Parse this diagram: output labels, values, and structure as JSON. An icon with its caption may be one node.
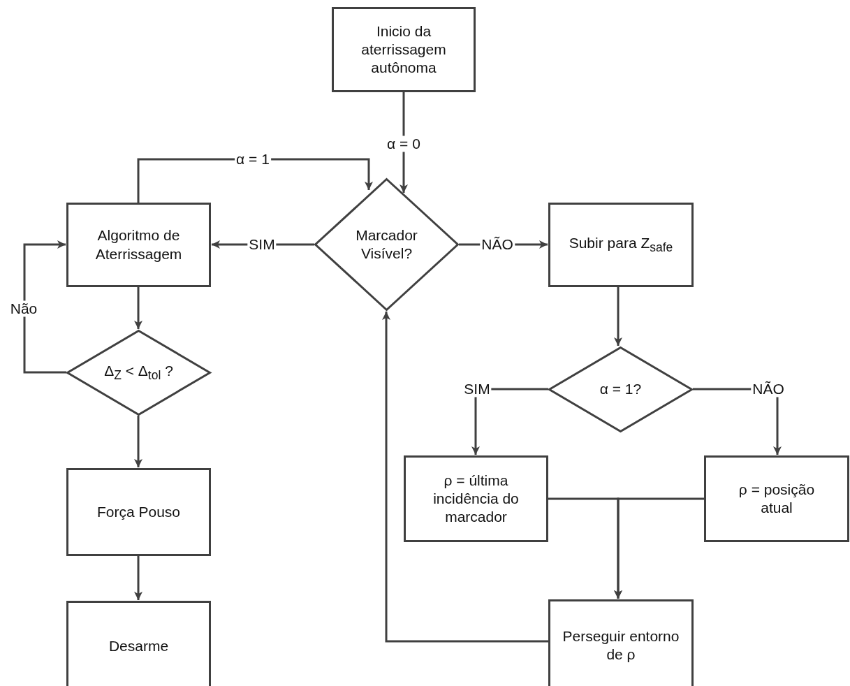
{
  "diagram": {
    "nodes": [
      {
        "text": [
          "Inicio da aterrissagem autônoma"
        ]
      },
      {
        "text": [
          "Marcador Visível?"
        ]
      },
      {
        "text": [
          "Algoritmo de Aterrissagem"
        ]
      },
      {
        "text": [
          "Δ$_{Z}$ < Δ$_{tol}$  ?"
        ]
      },
      {
        "text": [
          "Força Pouso"
        ]
      },
      {
        "text": [
          "Desarme"
        ]
      },
      {
        "text": [
          "Subir para Z$_{safe}$"
        ]
      },
      {
        "text": [
          "α  = 1?"
        ]
      },
      {
        "text": [
          "ρ = última incidência do marcador"
        ]
      },
      {
        "text": [
          "ρ = posição atual"
        ]
      },
      {
        "text": [
          "Perseguir entorno de ρ"
        ]
      }
    ],
    "edges": [
      {
        "from": 0,
        "to": 1,
        "arrow": "to",
        "label": "α = 0"
      },
      {
        "from": 2,
        "to": 1,
        "arrow": "to",
        "label": "α = 1"
      },
      {
        "from": 1,
        "to": 2,
        "arrow": "to",
        "label": "SIM"
      },
      {
        "from": 1,
        "to": 6,
        "arrow": "to",
        "label": "NÃO"
      },
      {
        "from": 3,
        "to": 2,
        "arrow": "to",
        "label": "Não"
      },
      {
        "from": 2,
        "to": 3,
        "arrow": "to"
      },
      {
        "from": 3,
        "to": 4,
        "arrow": "to"
      },
      {
        "from": 4,
        "to": 5,
        "arrow": "to"
      },
      {
        "from": 6,
        "to": 7,
        "arrow": "to"
      },
      {
        "from": 7,
        "to": 8,
        "arrow": "to",
        "label": "SIM"
      },
      {
        "from": 7,
        "to": 9,
        "arrow": "to",
        "label": "NÃO"
      },
      {
        "from": 8,
        "to": 10,
        "arrow": "to"
      },
      {
        "from": 9,
        "to": 10,
        "arrow": "to"
      },
      {
        "from": 10,
        "to": 1,
        "arrow": "to"
      }
    ]
  }
}
